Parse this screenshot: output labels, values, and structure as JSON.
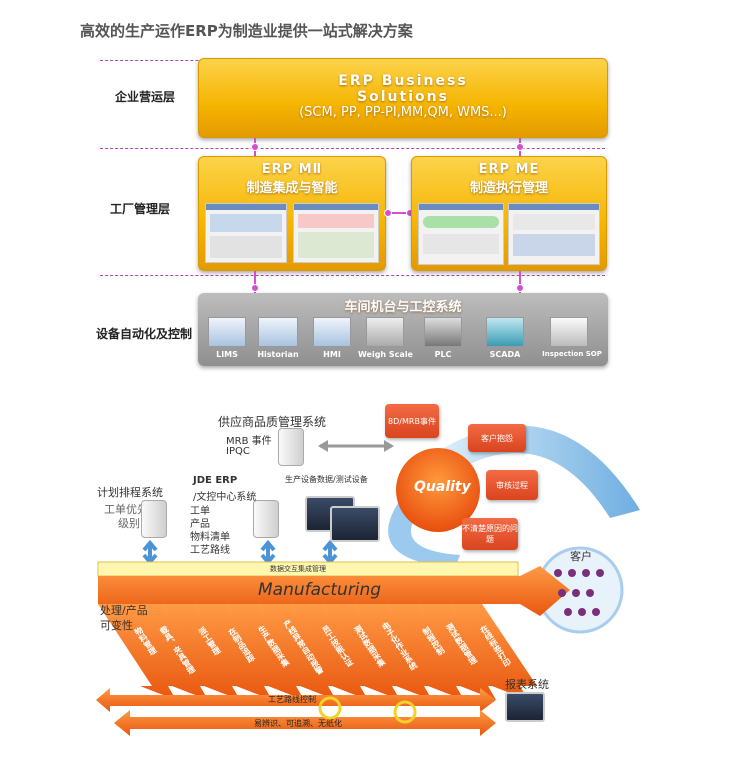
{
  "title": "高效的生产运作ERP为制造业提供一站式解决方案",
  "layers": {
    "enterprise": "企业营运层",
    "factory": "工厂管理层",
    "automation": "设备自动化及控制"
  },
  "erp_business": {
    "line1": "ERP Business",
    "line2": "Solutions",
    "line3": "(SCM, PP, PP-PI,MM,QM, WMS...)"
  },
  "erp_mii": {
    "title": "ERP MⅡ",
    "subtitle": "制造集成与智能"
  },
  "erp_me": {
    "title": "ERP ME",
    "subtitle": "制造执行管理"
  },
  "shop_floor": {
    "title": "车间机台与工控系统",
    "devices": [
      "LIMS",
      "Historian",
      "HMI",
      "Weigh Scale",
      "PLC",
      "SCADA",
      "Inspection SOP"
    ]
  },
  "supplier_quality": {
    "title": "供应商品质管理系统",
    "lines": [
      "MRB 事件",
      "IPQC"
    ]
  },
  "scheduling": {
    "title": "计划排程系统",
    "lines": [
      "工单优先",
      "级别"
    ]
  },
  "jde": {
    "title": "JDE ERP",
    "subtitle": "/文控中心系统",
    "lines": [
      "工单",
      "产品",
      "物料清单",
      "工艺路线"
    ]
  },
  "equipment_data": "生产设备数据/测试设备",
  "quality": {
    "label": "Quality",
    "boxes": [
      "8D/MRB事件",
      "客户抱怨",
      "审核过程",
      "不清楚原因的问题"
    ]
  },
  "customer": "客户",
  "data_exchange": "数据交互集成管理",
  "manufacturing": "Manufacturing",
  "process_variability": [
    "处理/产品",
    "可变性"
  ],
  "arrows": [
    "物料管理",
    "载具、夹具管理",
    "派工管理",
    "在制品追踪",
    "生产数据采集",
    "产线异常自动报警",
    "员工技能认证",
    "测试数据采集",
    "电子化作业系统",
    "制程控制",
    "测试数据管理",
    "在线标签打印"
  ],
  "routing_control": "工艺路线控制",
  "traceability": "易辨识、可追溯、无纸化",
  "report_system": "报表系统"
}
